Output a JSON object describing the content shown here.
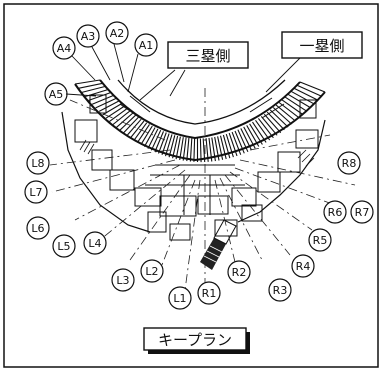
{
  "callouts": {
    "third_base": "三塁側",
    "first_base": "一塁側",
    "key_plan": "キープラン"
  },
  "zones": {
    "left": [
      "A4",
      "A3",
      "A2",
      "A1",
      "A5",
      "L8",
      "L7",
      "L6",
      "L5",
      "L4",
      "L3",
      "L2",
      "L1"
    ],
    "right": [
      "R1",
      "R2",
      "R3",
      "R4",
      "R5",
      "R6",
      "R7",
      "R8"
    ]
  }
}
